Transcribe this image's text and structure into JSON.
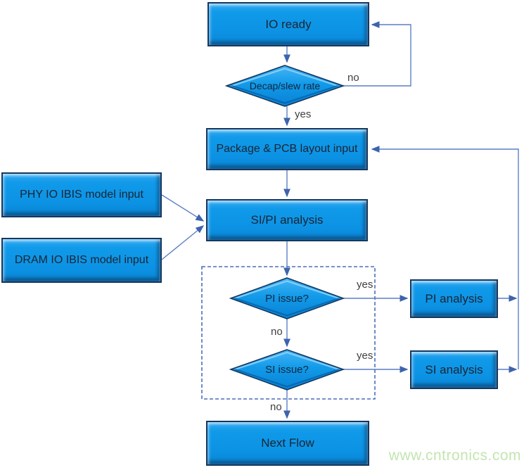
{
  "nodes": {
    "io_ready": "IO ready",
    "decap_slew_rate": "Decap/slew rate",
    "package_pcb": "Package & PCB layout input",
    "phy_ibis": "PHY IO IBIS model input",
    "dram_ibis": "DRAM IO IBIS model input",
    "sipi_analysis": "SI/PI analysis",
    "pi_issue": "PI issue?",
    "si_issue": "SI issue?",
    "pi_analysis": "PI analysis",
    "si_analysis": "SI analysis",
    "next_flow": "Next Flow"
  },
  "edge_labels": {
    "decap_no": "no",
    "decap_yes": "yes",
    "pi_issue_yes": "yes",
    "pi_issue_no": "no",
    "si_issue_yes": "yes",
    "si_issue_no": "no"
  },
  "edges": [
    {
      "from": "io_ready",
      "to": "decap_slew_rate",
      "label": ""
    },
    {
      "from": "decap_slew_rate",
      "to": "io_ready",
      "label": "no"
    },
    {
      "from": "decap_slew_rate",
      "to": "package_pcb",
      "label": "yes"
    },
    {
      "from": "package_pcb",
      "to": "sipi_analysis",
      "label": ""
    },
    {
      "from": "phy_ibis",
      "to": "sipi_analysis",
      "label": ""
    },
    {
      "from": "dram_ibis",
      "to": "sipi_analysis",
      "label": ""
    },
    {
      "from": "sipi_analysis",
      "to": "pi_issue",
      "label": ""
    },
    {
      "from": "pi_issue",
      "to": "pi_analysis",
      "label": "yes"
    },
    {
      "from": "pi_issue",
      "to": "si_issue",
      "label": "no"
    },
    {
      "from": "si_issue",
      "to": "si_analysis",
      "label": "yes"
    },
    {
      "from": "si_issue",
      "to": "next_flow",
      "label": "no"
    },
    {
      "from": "pi_analysis",
      "to": "package_pcb",
      "label": ""
    },
    {
      "from": "si_analysis",
      "to": "package_pcb",
      "label": ""
    }
  ],
  "watermark": {
    "text": "www.cntronics.com",
    "color": "#c2e5b0"
  },
  "colors": {
    "node_fill": "#0d93e7",
    "node_border": "#14375f",
    "connector": "#5c7fc5",
    "arrowhead": "#3d63ad",
    "node_text": "#182635",
    "edge_label_text": "#3f3f3f",
    "dashed_boundary": "#4a6fbc"
  }
}
